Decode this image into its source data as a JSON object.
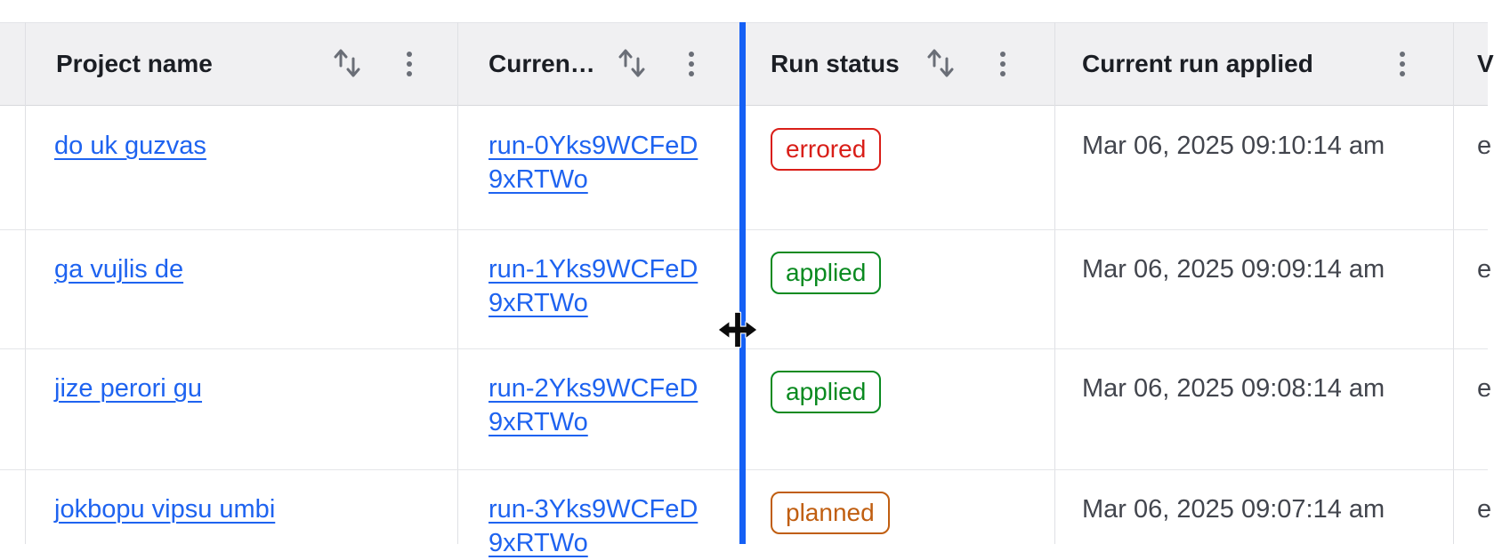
{
  "table": {
    "columns": [
      {
        "label": "Project name"
      },
      {
        "label": "Curren…"
      },
      {
        "label": "Run status"
      },
      {
        "label": "Current run applied"
      },
      {
        "label": "V"
      }
    ],
    "rows": [
      {
        "project": "do uk guzvas",
        "run_id": "run-0Yks9WCFeD9xRTWo",
        "status": "errored",
        "applied_at": "Mar 06, 2025 09:10:14 am",
        "next_col_text": "e"
      },
      {
        "project": "ga vujlis de",
        "run_id": "run-1Yks9WCFeD9xRTWo",
        "status": "applied",
        "applied_at": "Mar 06, 2025 09:09:14 am",
        "next_col_text": "e"
      },
      {
        "project": "jize perori gu",
        "run_id": "run-2Yks9WCFeD9xRTWo",
        "status": "applied",
        "applied_at": "Mar 06, 2025 09:08:14 am",
        "next_col_text": "e"
      },
      {
        "project": "jokbopu vipsu umbi",
        "run_id": "run-3Yks9WCFeD9xRTWo",
        "status": "planned",
        "applied_at": "Mar 06, 2025 09:07:14 am",
        "next_col_text": "e"
      }
    ]
  },
  "icons": {
    "sort": "sort-arrows-icon",
    "menu": "kebab-menu-icon",
    "cursor": "col-resize-cursor-icon"
  },
  "colors": {
    "link": "#1e63f0",
    "resize_line": "#1560f5",
    "status_errored": "#d91e18",
    "status_applied": "#0a8a20",
    "status_planned": "#c05e10",
    "header_bg": "#f0f0f2",
    "header_text": "#1b1e24",
    "body_text": "#42454d",
    "icon_gray": "#6a6e77"
  }
}
